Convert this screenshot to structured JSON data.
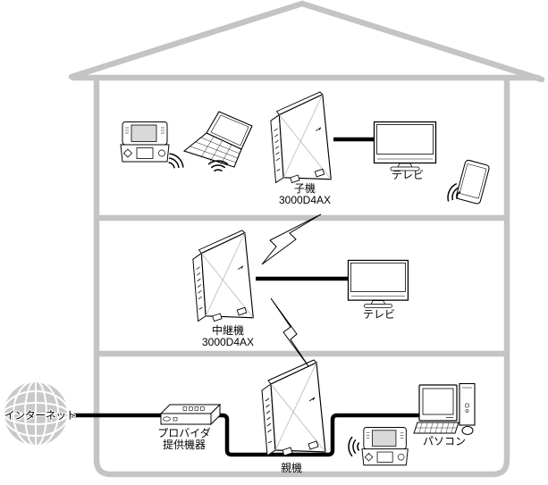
{
  "diagram": {
    "title_hidden": "",
    "colors": {
      "house_outline": "#c4c4c4",
      "cable": "#000000",
      "globe_fill": "#c9c9c9",
      "device_outline": "#000000",
      "router_cross": "#b5b5b5",
      "screen_fill": "#d9d9d9"
    },
    "devices": {
      "internet": {
        "label": "インターネット"
      },
      "provider_equipment": {
        "label_line1": "プロバイダ",
        "label_line2": "提供機器"
      },
      "parent_router": {
        "label": "親機"
      },
      "repeater": {
        "label": "中継機",
        "model": "3000D4AX"
      },
      "child_router": {
        "label": "子機",
        "model": "3000D4AX"
      },
      "tv_floor1": {
        "label": "テレビ"
      },
      "tv_floor2": {
        "label": "テレビ"
      },
      "pc": {
        "label": "パソコン"
      }
    },
    "icons": {
      "globe": "internet-globe-icon",
      "bolt": "wireless-link-bolt-icon",
      "wifi": "wifi-signal-icon",
      "house": "house-outline",
      "handheld": "handheld-game-icon",
      "laptop": "laptop-icon",
      "smartphone": "smartphone-icon",
      "tv": "tv-icon",
      "desktop": "desktop-pc-icon",
      "modem": "modem-icon",
      "router": "wifi-router-icon"
    }
  }
}
